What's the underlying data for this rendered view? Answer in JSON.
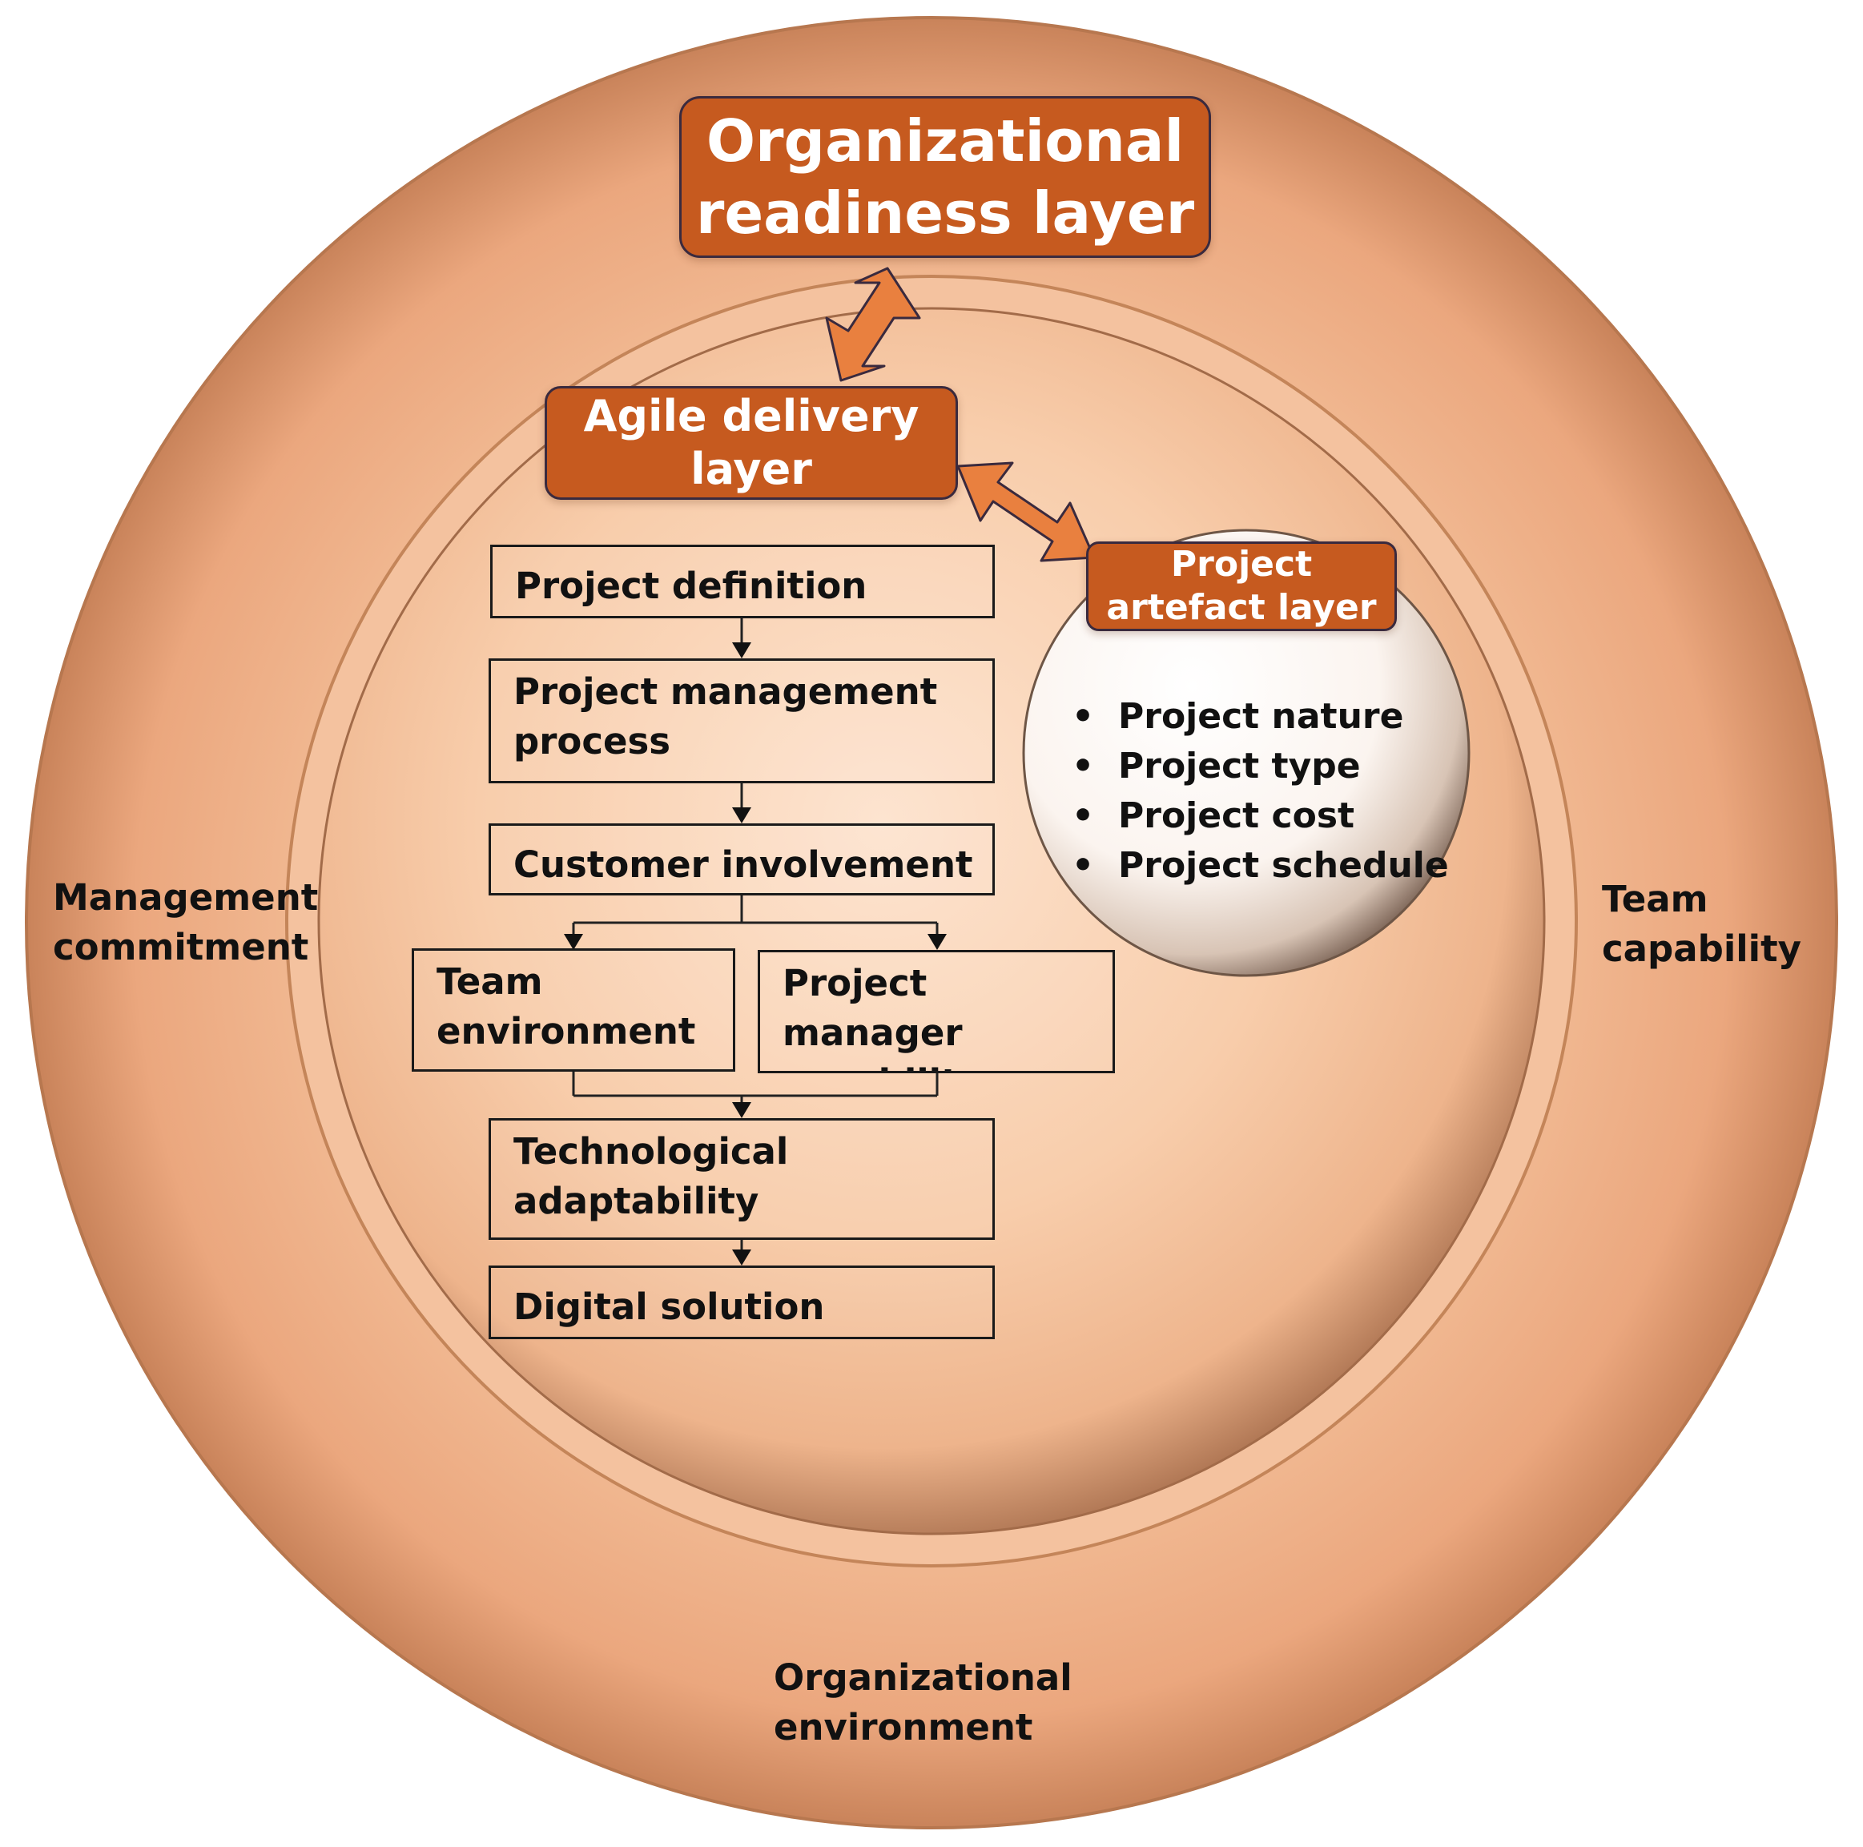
{
  "layers": {
    "organizational": [
      "Organizational",
      "readiness layer"
    ],
    "agile": [
      "Agile delivery",
      "layer"
    ],
    "artefact": [
      "Project",
      "artefact layer"
    ]
  },
  "ring_labels": {
    "left": [
      "Management",
      "commitment"
    ],
    "right": [
      "Team",
      "capability"
    ],
    "bottom": [
      "Organizational",
      "environment"
    ]
  },
  "flow": {
    "project_definition": [
      "Project definition"
    ],
    "pm_process": [
      "Project management",
      "process"
    ],
    "customer_involvement": [
      "Customer involvement"
    ],
    "team_environment": [
      "Team",
      "environment"
    ],
    "pm_capability": [
      "Project manager",
      "capability"
    ],
    "tech_adaptability": [
      "Technological",
      "adaptability"
    ],
    "digital_delivery": [
      "Digital solution delivery"
    ]
  },
  "artefacts": [
    "Project nature",
    "Project type",
    "Project cost",
    "Project schedule"
  ],
  "colors": {
    "ring": "#eba77e",
    "ring_inner": "#f7c7a4",
    "layer_box": "#c65a1f",
    "arrow": "#e9803f"
  }
}
